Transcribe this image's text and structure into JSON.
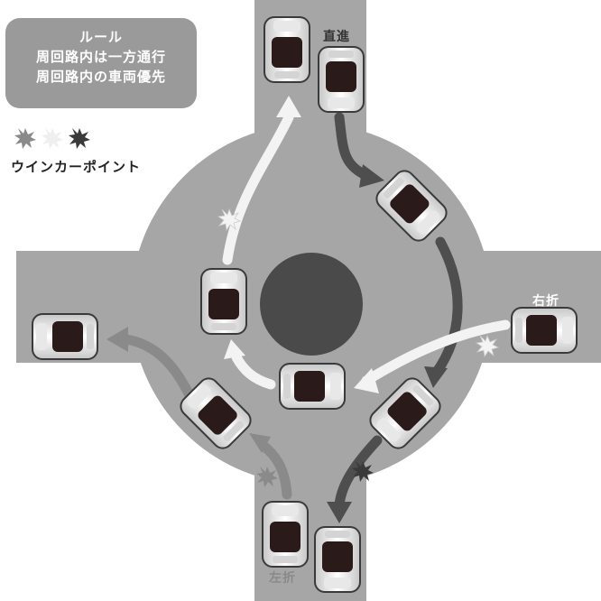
{
  "rules": {
    "title": "ルール",
    "lines": [
      "周回路内は一方通行",
      "周回路内の車両優先"
    ]
  },
  "legend": {
    "label": "ウインカーポイント"
  },
  "labels": {
    "straight": "直進",
    "right_turn": "右折",
    "left_turn": "左折"
  },
  "colors": {
    "road": "#a6a6a6",
    "island": "#4a4a4a",
    "arrow_straight": "#4e4e4e",
    "arrow_right": "#f3f3f3",
    "arrow_left": "#8a8a8a",
    "box": "#9a9a9a",
    "car_body": "#ffffff",
    "car_glass": "#2a1a1a"
  }
}
